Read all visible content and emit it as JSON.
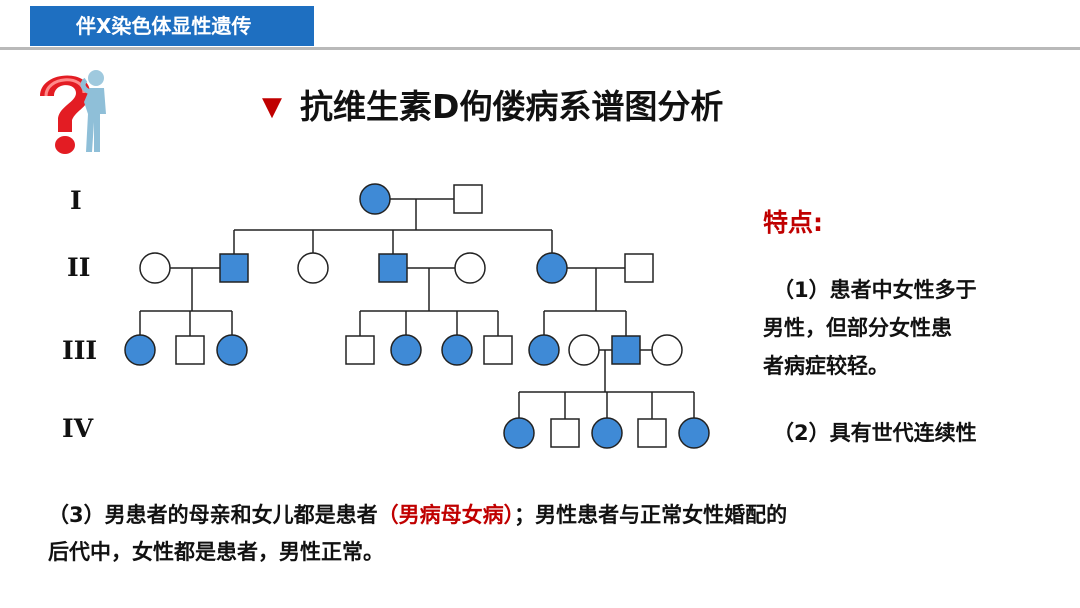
{
  "header": {
    "section_title": "伴X染色体显性遗传"
  },
  "logo": {
    "icon": "question-mark-figure-icon"
  },
  "title": {
    "marker": "▼",
    "text": "抗维生素D佝偻病系谱图分析"
  },
  "generations": [
    "I",
    "II",
    "III",
    "IV"
  ],
  "legend": {
    "affected_color": "#3f8ad6",
    "unaffected_color": "#ffffff"
  },
  "pedigree": {
    "I": [
      {
        "sex": "female",
        "affected": true
      },
      {
        "sex": "male",
        "affected": false
      }
    ],
    "II": [
      {
        "sex": "female",
        "affected": false
      },
      {
        "sex": "male",
        "affected": true
      },
      {
        "sex": "female",
        "affected": false
      },
      {
        "sex": "male",
        "affected": true
      },
      {
        "sex": "female",
        "affected": false
      },
      {
        "sex": "female",
        "affected": true
      },
      {
        "sex": "male",
        "affected": false
      }
    ],
    "III": [
      {
        "sex": "female",
        "affected": true
      },
      {
        "sex": "male",
        "affected": false
      },
      {
        "sex": "female",
        "affected": true
      },
      {
        "sex": "male",
        "affected": false
      },
      {
        "sex": "female",
        "affected": true
      },
      {
        "sex": "female",
        "affected": true
      },
      {
        "sex": "male",
        "affected": false
      },
      {
        "sex": "female",
        "affected": true
      },
      {
        "sex": "female",
        "affected": false
      },
      {
        "sex": "male",
        "affected": true
      },
      {
        "sex": "female",
        "affected": false
      }
    ],
    "IV": [
      {
        "sex": "female",
        "affected": true
      },
      {
        "sex": "male",
        "affected": false
      },
      {
        "sex": "female",
        "affected": true
      },
      {
        "sex": "male",
        "affected": false
      },
      {
        "sex": "female",
        "affected": true
      }
    ]
  },
  "features": {
    "heading": "特点:",
    "point1_lines": [
      "（1）患者中女性多于",
      "男性，但部分女性患",
      "者病症较轻。"
    ],
    "point2": "（2）具有世代连续性"
  },
  "conclusion": {
    "part1": "（3）男患者的母亲和女儿都是患者",
    "highlight": "（男病母女病）",
    "part2": "；男性患者与正常女性婚配的",
    "line2": "后代中，女性都是患者，男性正常。"
  }
}
